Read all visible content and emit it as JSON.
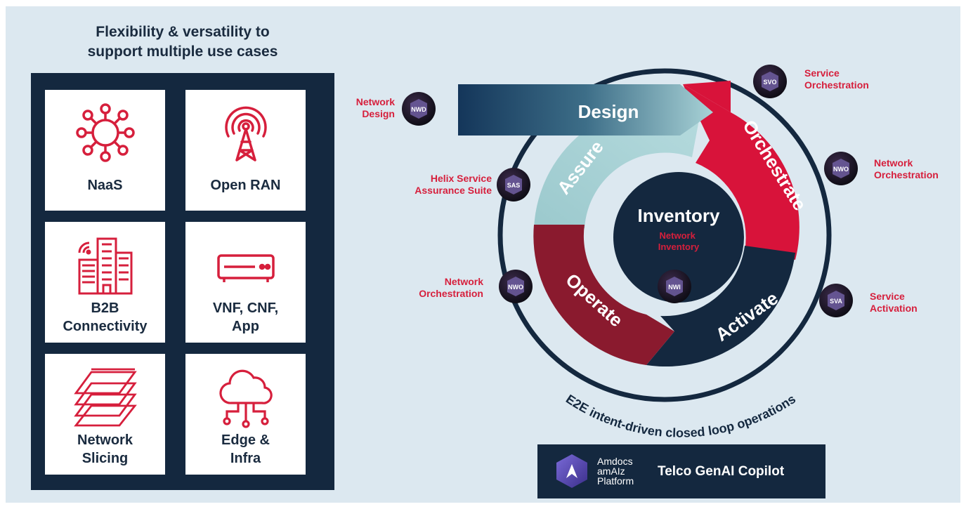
{
  "left": {
    "title": "Flexibility & versatility to\nsupport multiple use cases",
    "tiles": [
      {
        "label": "NaaS",
        "icon": "network-hub-icon"
      },
      {
        "label": "Open RAN",
        "icon": "antenna-tower-icon"
      },
      {
        "label": "B2B\nConnectivity",
        "icon": "building-wireless-icon"
      },
      {
        "label": "VNF, CNF,\nApp",
        "icon": "server-appliance-icon"
      },
      {
        "label": "Network\nSlicing",
        "icon": "layers-icon"
      },
      {
        "label": "Edge &\nInfra",
        "icon": "cloud-edge-icon"
      }
    ]
  },
  "loop": {
    "design": "Design",
    "orchestrate": "Orchestrate",
    "activate": "Activate",
    "operate": "Operate",
    "assure": "Assure",
    "center_title": "Inventory",
    "center_subtitle": "Network\nInventory",
    "caption": "E2E intent-driven closed loop operations"
  },
  "badges": [
    {
      "code": "NWD",
      "label": "Network\nDesign"
    },
    {
      "code": "SVO",
      "label": "Service\nOrchestration"
    },
    {
      "code": "NWO",
      "label": "Network\nOrchestration"
    },
    {
      "code": "SAS",
      "label": "Helix Service\nAssurance Suite"
    },
    {
      "code": "NWO",
      "label": "Network\nOrchestration"
    },
    {
      "code": "SVA",
      "label": "Service\nActivation"
    },
    {
      "code": "NWI",
      "label": ""
    }
  ],
  "copilot": {
    "brand": "Amdocs\namAIz\nPlatform",
    "title": "Telco GenAI Copilot"
  },
  "colors": {
    "navy": "#14283f",
    "red": "#d8133a",
    "dark_red": "#8a1a2e",
    "teal": "#9fcacf",
    "accent": "#d61f3c",
    "background": "#dce8f0"
  }
}
